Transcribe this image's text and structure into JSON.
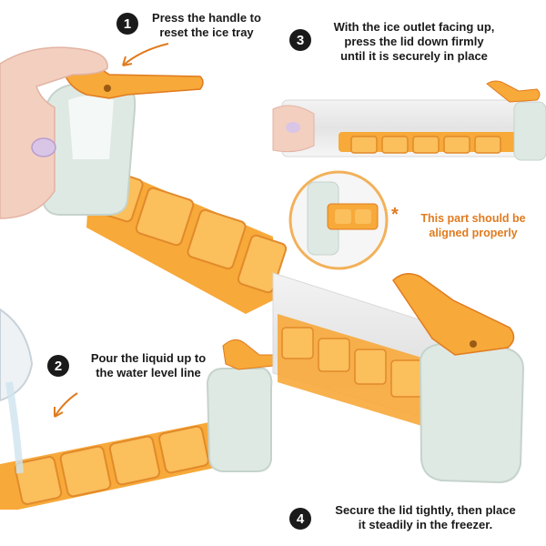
{
  "steps": [
    {
      "number": "1",
      "text_line1": "Press the handle to",
      "text_line2": "reset the ice tray"
    },
    {
      "number": "2",
      "text_line1": "Pour the liquid up to",
      "text_line2": "the water level line"
    },
    {
      "number": "3",
      "text_line1": "With the ice outlet facing up,",
      "text_line2": "press the lid down firmly",
      "text_line3": "until it is securely in place"
    },
    {
      "number": "4",
      "text_line1": "Secure the lid tightly, then place",
      "text_line2": "it steadily in the freezer."
    }
  ],
  "note": {
    "line1": "This part should be",
    "line2": "aligned properly",
    "marker": "*"
  },
  "colors": {
    "orange": "#f7a93a",
    "orange_dark": "#e07b1f",
    "mint": "#dfe9e4",
    "text": "#1a1a1a"
  }
}
